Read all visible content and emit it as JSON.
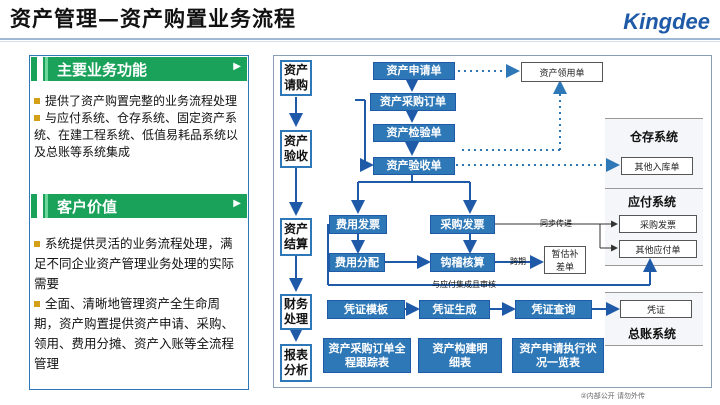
{
  "header": {
    "title": "资产管理—资产购置业务流程",
    "logo": "Kingdee"
  },
  "left_panel": {
    "section1": {
      "heading": "主要业务功能",
      "bullets": [
        "提供了资产购置完整的业务流程处理",
        "与应付系统、仓存系统、固定资产系统、在建工程系统、低值易耗品系统以及总账等系统集成"
      ]
    },
    "section2": {
      "heading": "客户价值",
      "bullets": [
        "系统提供灵活的业务流程处理，满足不同企业资产管理业务处理的实际需要",
        "全面、清晰地管理资产全生命周期，资产购置提供资产申请、采购、领用、费用分摊、资产入账等全流程管理"
      ]
    }
  },
  "phases": [
    "资产请购",
    "资产验收",
    "资产结算",
    "财务处理",
    "报表分析"
  ],
  "flow": {
    "apply": "资产申请单",
    "purchase_order": "资产采购订单",
    "inspection": "资产检验单",
    "acceptance": "资产验收单",
    "expense_invoice": "费用发票",
    "purchase_invoice": "采购发票",
    "expense_allocation": "费用分配",
    "hook_settle": "钩稽核算",
    "voucher_template": "凭证模板",
    "voucher_generate": "凭证生成",
    "voucher_query": "凭证查询",
    "report1": "资产采购订单全程跟踪表",
    "report2": "资产构建明细表",
    "report3": "资产申请执行状况一览表"
  },
  "docs": {
    "asset_requisition": "资产领用单",
    "other_inbound": "其他入库单",
    "purchase_invoice_doc": "采购发票",
    "other_payable": "其他应付单",
    "estimate_supplement": "暂估补差单",
    "voucher": "凭证"
  },
  "systems": {
    "warehouse": "仓存系统",
    "payable": "应付系统",
    "general_ledger": "总账系统"
  },
  "labels": {
    "sync": "同步传递",
    "cross_period": "跨期",
    "integrated_audit": "与应付集成且审核"
  },
  "footer": "②内部公开 请勿外传"
}
